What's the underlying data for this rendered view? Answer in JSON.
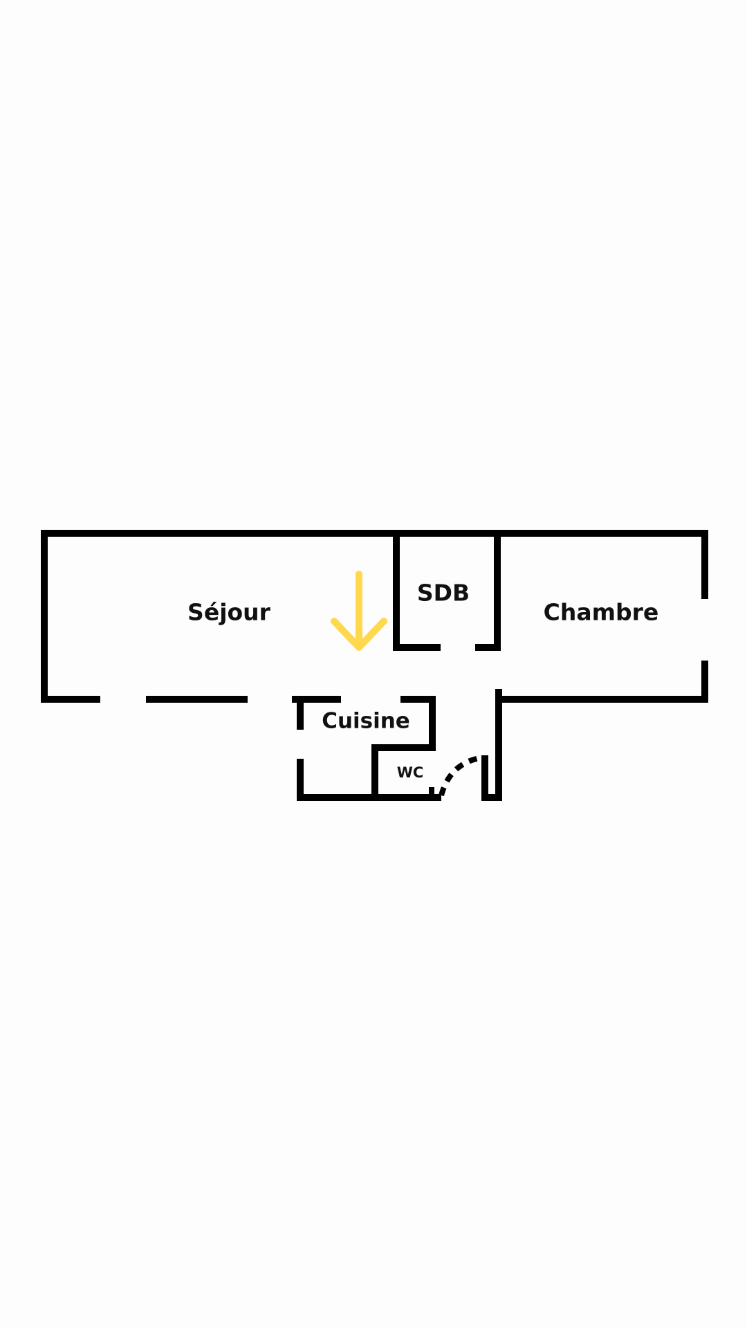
{
  "floor_plan": {
    "rooms": {
      "sejour": "Séjour",
      "sdb": "SDB",
      "chambre": "Chambre",
      "cuisine": "Cuisine",
      "wc": "WC"
    },
    "colors": {
      "wall": "#000000",
      "arrow": "#FFD84D",
      "background": "#FDFDFD"
    },
    "arrow_icon": "arrow-down-icon"
  }
}
